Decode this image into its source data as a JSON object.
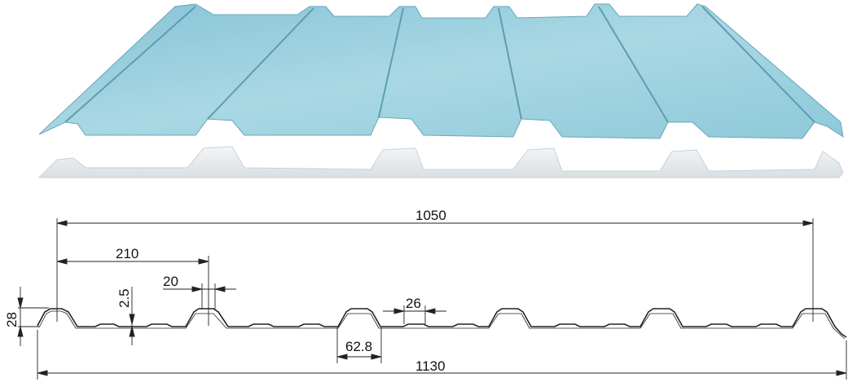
{
  "colors": {
    "sheet_top": "#9ccfdd",
    "sheet_top_dark": "#6fb0c4",
    "sheet_under": "#e6ebee",
    "line": "#222222"
  },
  "dimensions": {
    "total_cover": "1050",
    "total_width": "1130",
    "pitch": "210",
    "crest_top": "20",
    "valley_depth": "2.5",
    "height": "28",
    "rib_small": "26",
    "rib_base": "62.8"
  }
}
